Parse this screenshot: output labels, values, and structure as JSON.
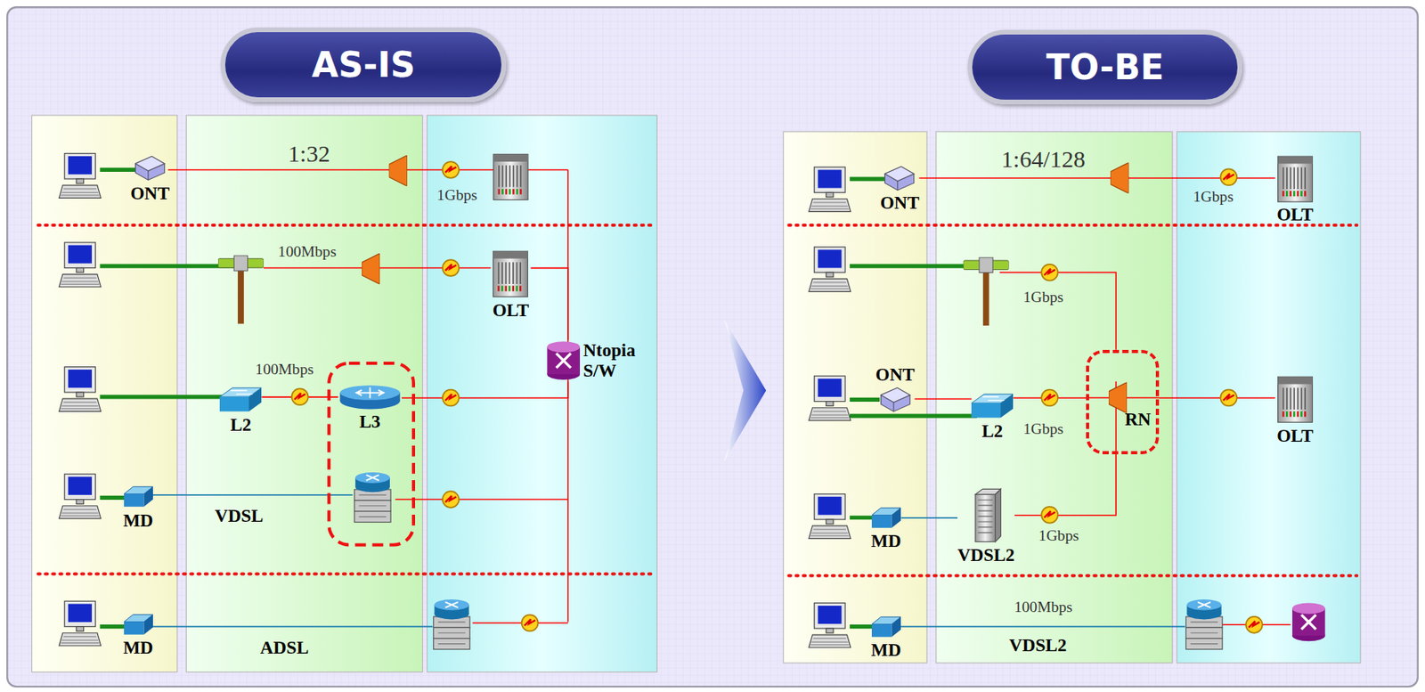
{
  "diagram": {
    "nodes": [
      {
        "text": [
          "AS-IS"
        ]
      },
      {
        "text": [
          "TO-BE"
        ]
      },
      {
        "text": [
          "ONT"
        ]
      },
      {
        "text": [
          "OLT"
        ]
      },
      {
        "text": [
          "Ntopia S/W"
        ]
      },
      {
        "text": [
          "L2"
        ]
      },
      {
        "text": [
          "L3"
        ]
      },
      {
        "text": [
          "MD"
        ]
      },
      {
        "text": [
          "MD"
        ]
      },
      {
        "text": [
          "ONT"
        ]
      },
      {
        "text": [
          "OLT"
        ]
      },
      {
        "text": [
          "ONT"
        ]
      },
      {
        "text": [
          "L2"
        ]
      },
      {
        "text": [
          "RN"
        ]
      },
      {
        "text": [
          "OLT"
        ]
      },
      {
        "text": [
          "MD"
        ]
      },
      {
        "text": [
          "VDSL2"
        ]
      },
      {
        "text": [
          "MD"
        ]
      }
    ],
    "edges": [
      {
        "from": 3,
        "to": 4,
        "arrow": "none"
      },
      {
        "from": 5,
        "to": 6,
        "arrow": "none"
      },
      {
        "from": 6,
        "to": 4,
        "arrow": "none"
      },
      {
        "from": 9,
        "to": 10,
        "arrow": "none"
      },
      {
        "from": 11,
        "to": 12,
        "arrow": "none"
      },
      {
        "from": 12,
        "to": 13,
        "arrow": "none"
      },
      {
        "from": 13,
        "to": 14,
        "arrow": "none"
      },
      {
        "from": 15,
        "to": 16,
        "arrow": "none"
      },
      {
        "from": 16,
        "to": 13,
        "arrow": "none"
      }
    ],
    "labels": [
      "1:32",
      "1Gbps",
      "100Mbps",
      "100Mbps",
      "VDSL",
      "ADSL",
      "1:64/128",
      "1Gbps",
      "1Gbps",
      "1Gbps",
      "1Gbps",
      "100Mbps",
      "VDSL2"
    ]
  }
}
